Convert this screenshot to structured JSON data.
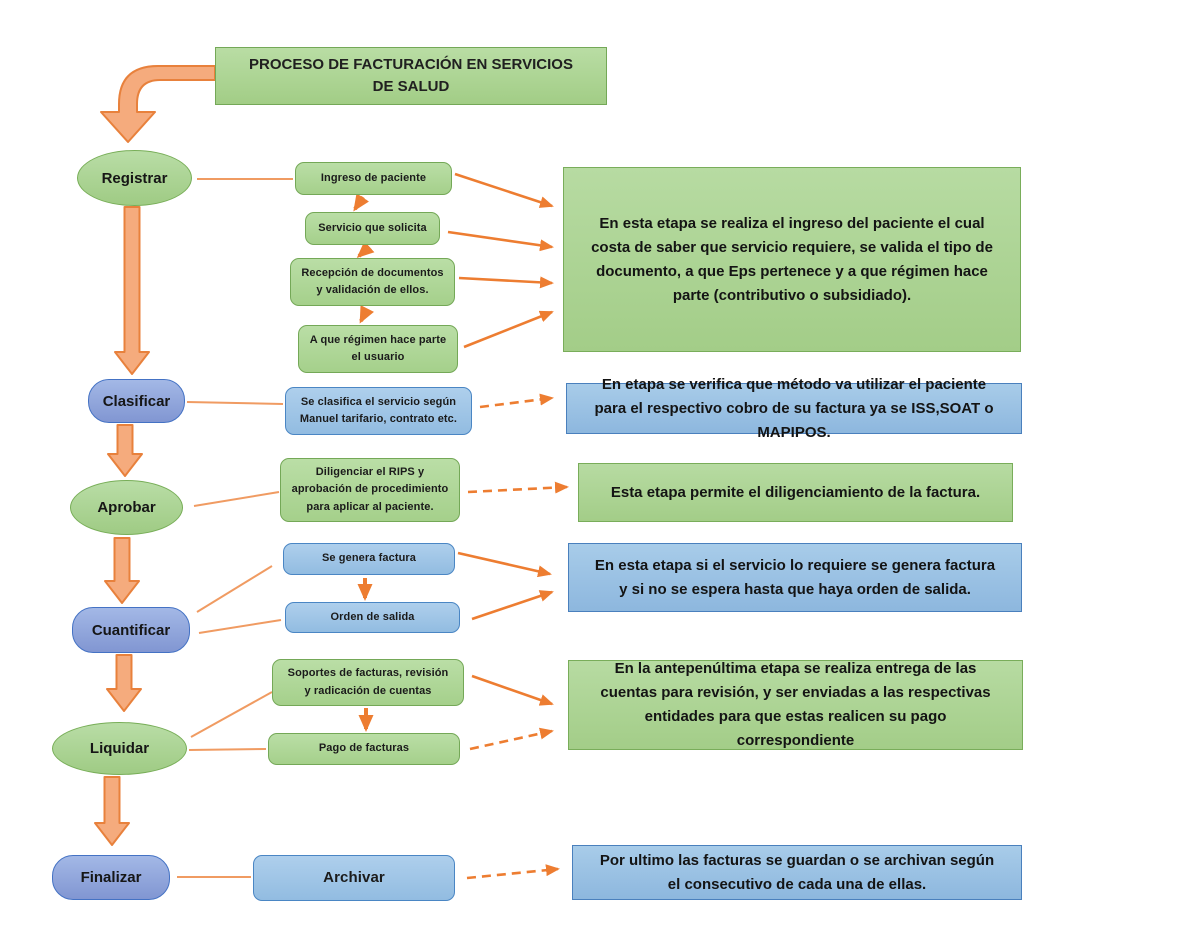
{
  "title": "PROCESO DE FACTURACIÓN EN SERVICIOS DE SALUD",
  "stages": [
    {
      "label": "Registrar",
      "steps": [
        "Ingreso de paciente",
        "Servicio que solicita",
        "Recepción de documentos y validación de ellos.",
        "A que régimen hace parte el usuario"
      ],
      "description": "En esta etapa se realiza el ingreso del paciente el cual costa de saber que servicio requiere, se valida el tipo de documento, a que Eps pertenece y a que régimen hace parte (contributivo o subsidiado)."
    },
    {
      "label": "Clasificar",
      "steps": [
        "Se clasifica el servicio según Manuel tarifario, contrato etc."
      ],
      "description": "En etapa se verifica que método va utilizar el paciente para el respectivo cobro de su factura ya se ISS,SOAT o MAPIPOS."
    },
    {
      "label": "Aprobar",
      "steps": [
        "Diligenciar el RIPS y aprobación de procedimiento para aplicar al paciente."
      ],
      "description": "Esta etapa permite el diligenciamiento de la factura."
    },
    {
      "label": "Cuantificar",
      "steps": [
        "Se genera factura",
        "Orden de salida"
      ],
      "description": "En esta etapa si el servicio lo requiere se genera factura y si no se espera hasta que haya orden de salida."
    },
    {
      "label": "Liquidar",
      "steps": [
        "Soportes de facturas, revisión y radicación de cuentas",
        "Pago de facturas"
      ],
      "description": "En la antepenúltima etapa se realiza entrega de las cuentas para revisión, y ser enviadas a las respectivas entidades para que estas realicen su pago correspondiente"
    },
    {
      "label": "Finalizar",
      "steps": [
        "Archivar"
      ],
      "description": "Por ultimo las facturas se guardan o se archivan según el consecutivo de cada una de ellas."
    }
  ],
  "colors": {
    "green_fill": "#a9d18e",
    "green_border": "#74a857",
    "blue_fill": "#9cc3e5",
    "blue_border": "#4a86c4",
    "purple_node_fill": "#8faadc",
    "purple_node_border": "#4472c4",
    "arrow_orange": "#ed7d31",
    "block_arrow_fill": "#f5ab7d"
  }
}
